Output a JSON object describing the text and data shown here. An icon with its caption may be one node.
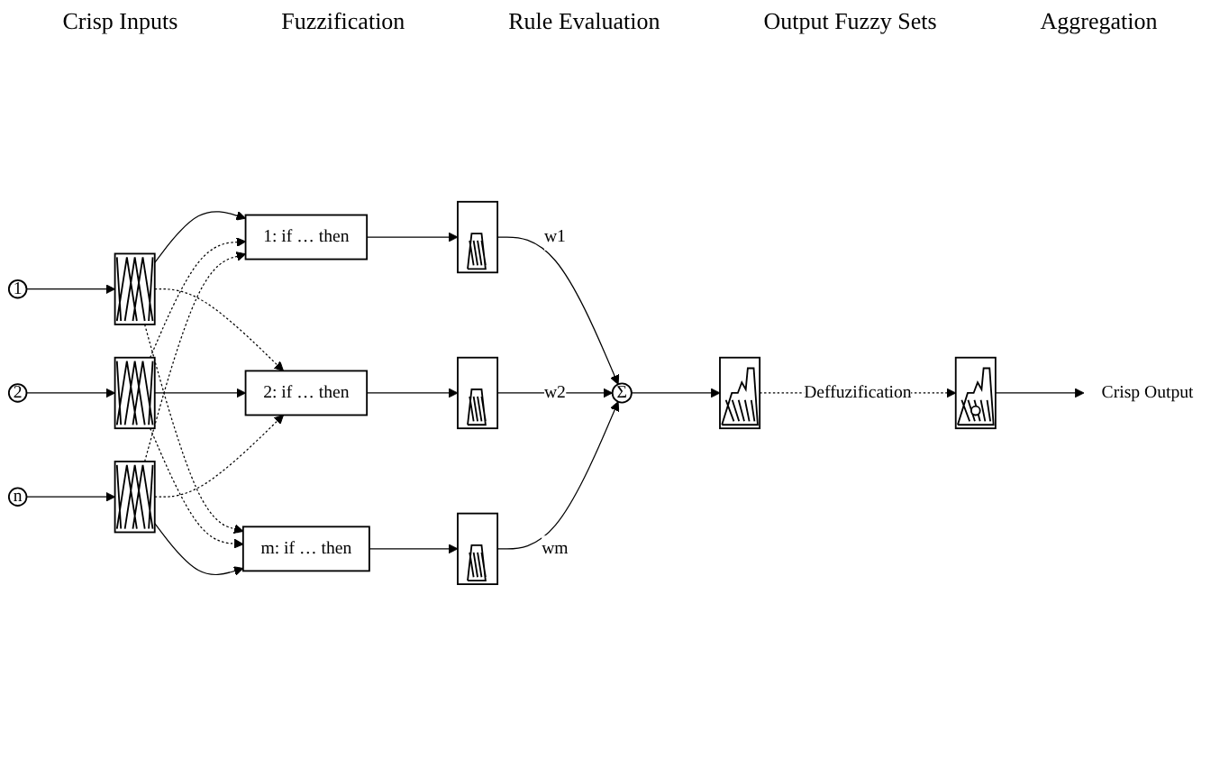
{
  "diagram": {
    "nodes": [
      {
        "text": [
          "1"
        ]
      },
      {
        "text": [
          "2"
        ]
      },
      {
        "text": [
          "n"
        ]
      },
      {
        "text": [],
        "shape": "picture"
      },
      {
        "text": [],
        "shape": "picture"
      },
      {
        "text": [],
        "shape": "picture"
      },
      {
        "text": [
          "1: if … then"
        ]
      },
      {
        "text": [
          "2: if … then"
        ]
      },
      {
        "text": [
          "m: if … then"
        ]
      },
      {
        "text": [],
        "shape": "picture"
      },
      {
        "text": [],
        "shape": "picture"
      },
      {
        "text": [],
        "shape": "picture"
      },
      {
        "text": [
          "Σ"
        ]
      },
      {
        "text": [],
        "shape": "picture"
      },
      {
        "text": [],
        "shape": "picture"
      },
      {
        "text": [
          "Crisp Output"
        ]
      }
    ],
    "edges": [
      {
        "from": 0,
        "to": 3,
        "arrow": "to"
      },
      {
        "from": 1,
        "to": 4,
        "arrow": "to"
      },
      {
        "from": 2,
        "to": 5,
        "arrow": "to"
      },
      {
        "from": 3,
        "to": 6,
        "arrow": "to"
      },
      {
        "from": 3,
        "to": 7,
        "arrow": "to",
        "style": "dashed"
      },
      {
        "from": 3,
        "to": 8,
        "arrow": "to",
        "style": "dashed"
      },
      {
        "from": 4,
        "to": 6,
        "arrow": "to",
        "style": "dashed"
      },
      {
        "from": 4,
        "to": 7,
        "arrow": "to"
      },
      {
        "from": 4,
        "to": 8,
        "arrow": "to",
        "style": "dashed"
      },
      {
        "from": 5,
        "to": 6,
        "arrow": "to",
        "style": "dashed"
      },
      {
        "from": 5,
        "to": 7,
        "arrow": "to",
        "style": "dashed"
      },
      {
        "from": 5,
        "to": 8,
        "arrow": "to"
      },
      {
        "from": 6,
        "to": 9,
        "arrow": "to"
      },
      {
        "from": 7,
        "to": 10,
        "arrow": "to"
      },
      {
        "from": 8,
        "to": 11,
        "arrow": "to"
      },
      {
        "from": 9,
        "to": 12,
        "arrow": "to",
        "label": "w1"
      },
      {
        "from": 10,
        "to": 12,
        "arrow": "to",
        "label": "w2"
      },
      {
        "from": 11,
        "to": 12,
        "arrow": "to",
        "label": "wm"
      },
      {
        "from": 12,
        "to": 13,
        "arrow": "to"
      },
      {
        "from": 13,
        "to": 14,
        "arrow": "to",
        "label": "Deffuzification",
        "style": "dashed"
      },
      {
        "from": 14,
        "to": 15,
        "arrow": "to"
      }
    ],
    "labels": [
      "Crisp Inputs",
      "Fuzzification",
      "Rule Evaluation",
      "Output Fuzzy Sets",
      "Aggregation"
    ]
  }
}
